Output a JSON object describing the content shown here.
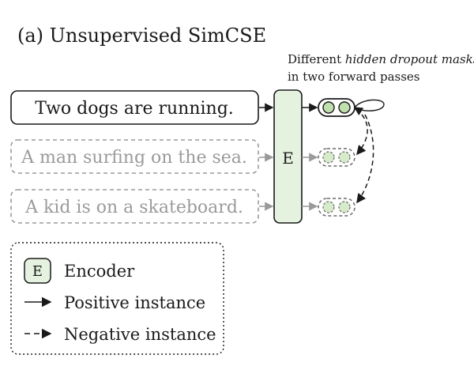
{
  "title": "(a) Unsupervised SimCSE",
  "note": {
    "prefix": "Different ",
    "emph": "hidden dropout masks",
    "line2": "in two forward passes"
  },
  "sentences": [
    "Two dogs are running.",
    "A man surfing on the sea.",
    "A kid is on a skateboard."
  ],
  "encoder_label": "E",
  "legend": {
    "encoder_symbol": "E",
    "encoder": "Encoder",
    "positive": "Positive instance",
    "negative": "Negative instance"
  },
  "colors": {
    "encoder_fill": "#e6f2e0",
    "dot_fill": "#bfe0ac",
    "dot_fill_faded": "#d6ebca",
    "text": "#1a1a1a",
    "faded": "#9a9a9a"
  }
}
